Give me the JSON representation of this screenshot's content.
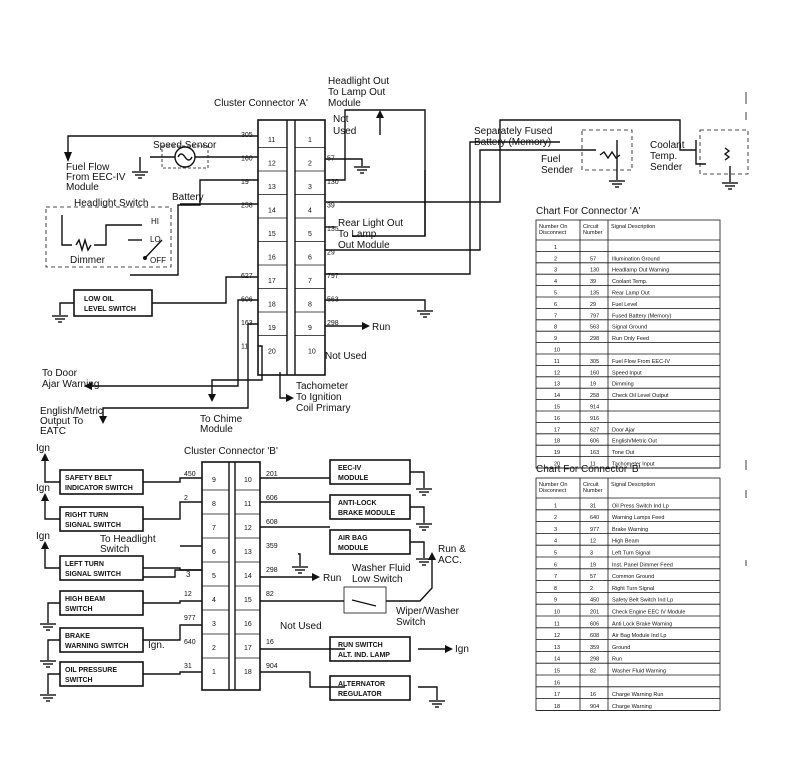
{
  "connector_a": {
    "title": "Cluster Connector 'A'",
    "left_pins": [
      "11",
      "12",
      "13",
      "14",
      "15",
      "16",
      "17",
      "18",
      "19",
      "20"
    ],
    "right_pins": [
      "1",
      "2",
      "3",
      "4",
      "5",
      "6",
      "7",
      "8",
      "9",
      "10"
    ],
    "left_circuits": [
      "305",
      "160",
      "19",
      "258",
      "",
      "",
      "627",
      "606",
      "163",
      "11"
    ],
    "right_circuits": [
      "",
      "57",
      "130",
      "39",
      "135",
      "29",
      "797",
      "563",
      "298",
      ""
    ]
  },
  "connector_b": {
    "title": "Cluster Connector 'B'",
    "left_pins": [
      "9",
      "8",
      "7",
      "6",
      "5",
      "4",
      "3",
      "2",
      "1"
    ],
    "right_pins": [
      "10",
      "11",
      "12",
      "13",
      "14",
      "15",
      "16",
      "17",
      "18"
    ],
    "left_circuits": [
      "450",
      "2",
      "",
      "",
      "3",
      "12",
      "977",
      "640",
      "31"
    ],
    "right_circuits": [
      "201",
      "606",
      "608",
      "359",
      "298",
      "82",
      "",
      "16",
      "904"
    ]
  },
  "labels": {
    "headlight_out": "Headlight Out\nTo Lamp Out\nModule",
    "not_used_1": "Not\nUsed",
    "speed_sensor": "Speed Sensor",
    "fuel_flow": "Fuel Flow\nFrom EEC-IV\nModule",
    "headlight_switch": "Headlight Switch",
    "battery": "Battery",
    "hi": "HI",
    "lo": "LO",
    "off": "OFF",
    "dimmer": "Dimmer",
    "separately_fused": "Separately Fused\nBattery (Memory)",
    "fuel_sender": "Fuel\nSender",
    "coolant_sender": "Coolant\nTemp.\nSender",
    "rear_light_out": "Rear Light Out\nTo Lamp\nOut Module",
    "low_oil": "LOW OIL\nLEVEL SWITCH",
    "run_a": "Run",
    "not_used_a10": "Not Used",
    "to_door_ajar": "To Door\nAjar Warning",
    "english_metric": "English/Metric\nOutput To\nEATC",
    "to_chime": "To Chime\nModule",
    "tachometer": "Tachometer\nTo Ignition\nCoil Primary",
    "ign": "Ign",
    "ign_dot": "Ign.",
    "safety_belt": "SAFETY BELT\nINDICATOR SWITCH",
    "right_turn": "RIGHT TURN\nSIGNAL SWITCH",
    "to_headlight_switch": "To Headlight\nSwitch",
    "left_turn": "LEFT TURN\nSIGNAL SWITCH",
    "high_beam": "HIGH BEAM\nSWITCH",
    "brake_warning": "BRAKE\nWARNING SWITCH",
    "oil_pressure": "OIL PRESSURE\nSWITCH",
    "eec_module": "EEC-IV\nMODULE",
    "antilock": "ANTI-LOCK\nBRAKE MODULE",
    "air_bag": "AIR BAG\nMODULE",
    "run_b": "Run",
    "washer_fluid": "Washer Fluid\nLow Switch",
    "run_acc": "Run &\nACC.",
    "wiper_washer": "Wiper/Washer\nSwitch",
    "not_used_b": "Not Used",
    "run_switch": "RUN SWITCH\nALT. IND. LAMP",
    "alternator": "ALTERNATOR\nREGULATOR"
  },
  "chart_a": {
    "title": "Chart For Connector 'A'",
    "headers": [
      "Number On\nDisconnect",
      "Circuit\nNumber",
      "Signal Description"
    ],
    "rows": [
      [
        "1",
        "",
        ""
      ],
      [
        "2",
        "57",
        "Illumination Ground"
      ],
      [
        "3",
        "130",
        "Headlamp Out Warning"
      ],
      [
        "4",
        "39",
        "Coolant Temp."
      ],
      [
        "5",
        "135",
        "Rear Lamp Out"
      ],
      [
        "6",
        "29",
        "Fuel Level"
      ],
      [
        "7",
        "797",
        "Fused Battery (Memory)"
      ],
      [
        "8",
        "563",
        "Signal Ground"
      ],
      [
        "9",
        "298",
        "Run Only Feed"
      ],
      [
        "10",
        "",
        ""
      ],
      [
        "11",
        "305",
        "Fuel Flow From EEC-IV"
      ],
      [
        "12",
        "160",
        "Speed Input"
      ],
      [
        "13",
        "19",
        "Dimming"
      ],
      [
        "14",
        "258",
        "Check Oil Level Output"
      ],
      [
        "15",
        "914",
        ""
      ],
      [
        "16",
        "916",
        ""
      ],
      [
        "17",
        "627",
        "Door Ajar"
      ],
      [
        "18",
        "606",
        "English/Metric Out"
      ],
      [
        "19",
        "163",
        "Tone Out"
      ],
      [
        "20",
        "11",
        "Tachometer Input"
      ]
    ]
  },
  "chart_b": {
    "title": "Chart For Connector 'B'",
    "headers": [
      "Number On\nDisconnect",
      "Circuit\nNumber",
      "Signal Description"
    ],
    "rows": [
      [
        "1",
        "31",
        "Oil Press Switch Ind Lp"
      ],
      [
        "2",
        "640",
        "Warning Lamps Feed"
      ],
      [
        "3",
        "977",
        "Brake Warning"
      ],
      [
        "4",
        "12",
        "High Beam"
      ],
      [
        "5",
        "3",
        "Left Turn Signal"
      ],
      [
        "6",
        "19",
        "Inst. Panel Dimmer Feed"
      ],
      [
        "7",
        "57",
        "Common Ground"
      ],
      [
        "8",
        "2",
        "Right Turn Signal"
      ],
      [
        "9",
        "450",
        "Safety Belt Switch Ind Lp"
      ],
      [
        "10",
        "201",
        "Check Engine EEC IV Module"
      ],
      [
        "11",
        "606",
        "Anti Lock Brake Warning"
      ],
      [
        "12",
        "608",
        "Air Bag Module Ind Lp"
      ],
      [
        "13",
        "359",
        "Ground"
      ],
      [
        "14",
        "298",
        "Run"
      ],
      [
        "15",
        "82",
        "Washer Fluid Warning"
      ],
      [
        "16",
        "",
        ""
      ],
      [
        "17",
        "16",
        "Charge Warning Run"
      ],
      [
        "18",
        "904",
        "Charge Warning"
      ]
    ]
  }
}
